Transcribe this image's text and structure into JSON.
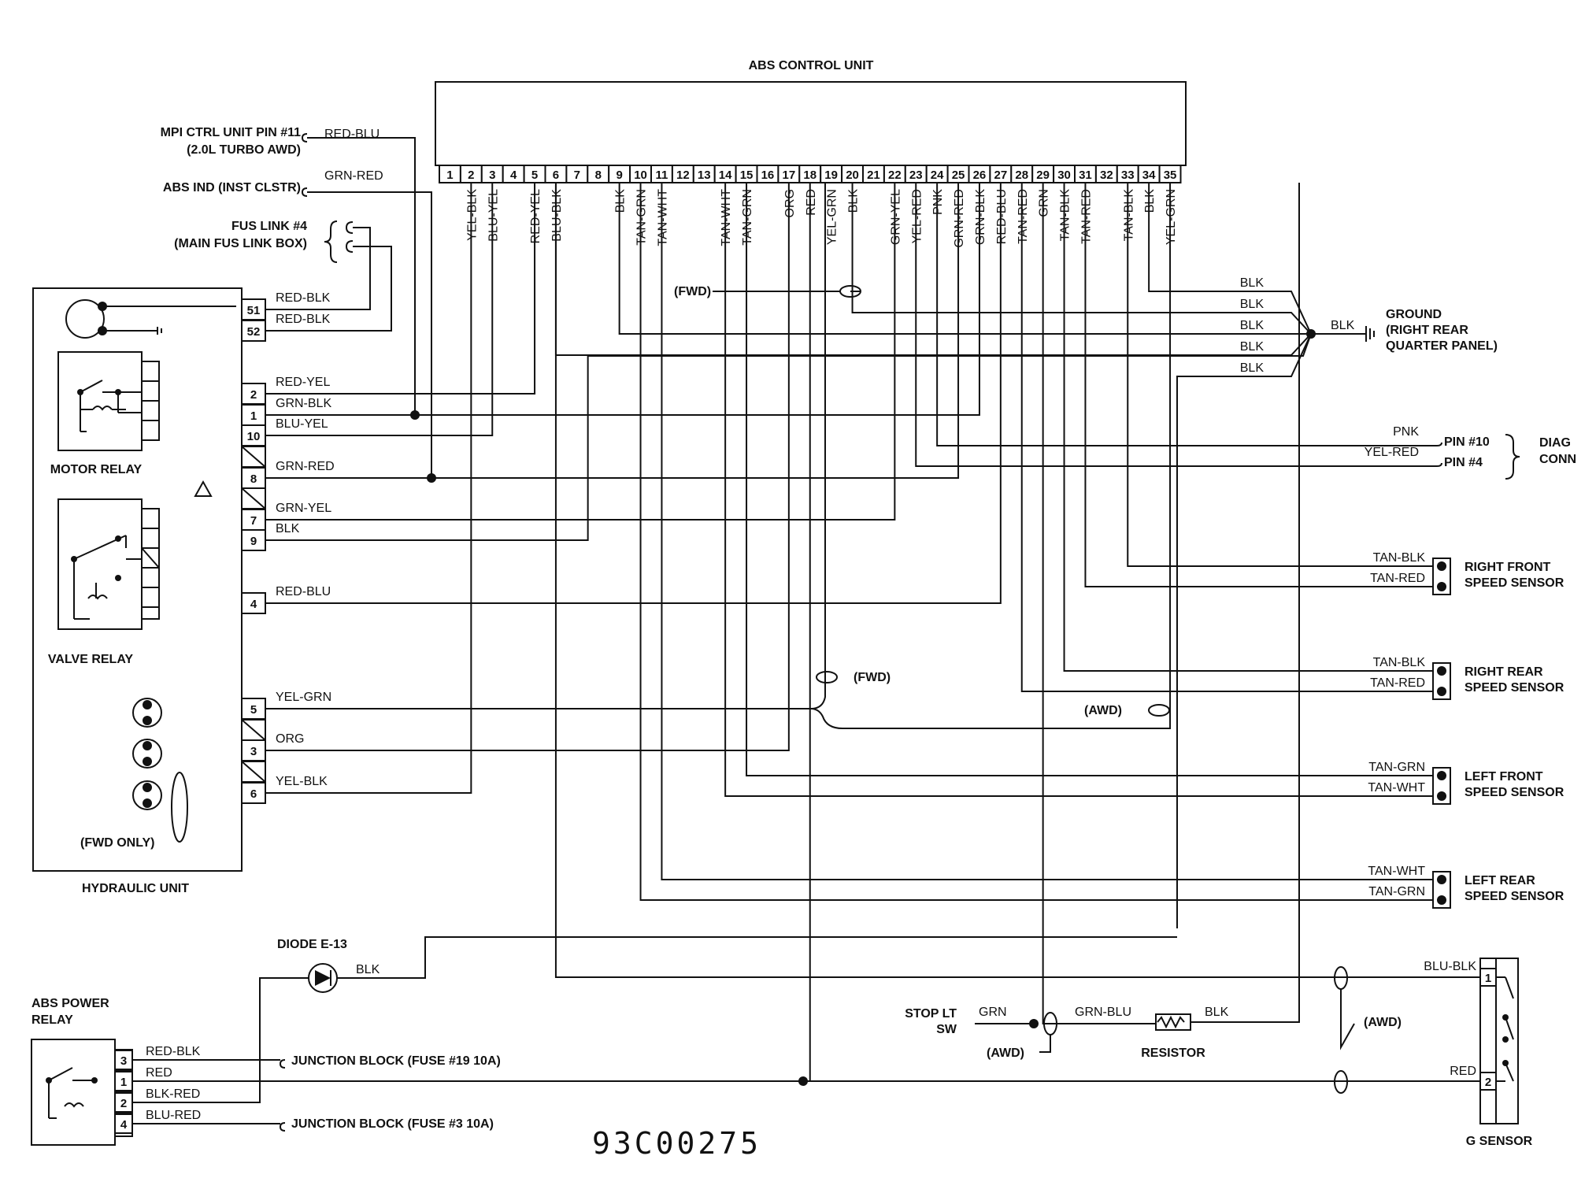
{
  "diagram": {
    "code": "93C00275",
    "abs_unit": {
      "title": "ABS CONTROL UNIT",
      "pins": [
        {
          "n": "1",
          "wire": ""
        },
        {
          "n": "2",
          "wire": "YEL-BLK"
        },
        {
          "n": "3",
          "wire": "BLU-YEL"
        },
        {
          "n": "4",
          "wire": ""
        },
        {
          "n": "5",
          "wire": "RED-YEL"
        },
        {
          "n": "6",
          "wire": "BLU-BLK"
        },
        {
          "n": "7",
          "wire": ""
        },
        {
          "n": "8",
          "wire": ""
        },
        {
          "n": "9",
          "wire": "BLK"
        },
        {
          "n": "10",
          "wire": "TAN-GRN"
        },
        {
          "n": "11",
          "wire": "TAN-WHT"
        },
        {
          "n": "12",
          "wire": ""
        },
        {
          "n": "13",
          "wire": ""
        },
        {
          "n": "14",
          "wire": "TAN-WHT"
        },
        {
          "n": "15",
          "wire": "TAN-GRN"
        },
        {
          "n": "16",
          "wire": ""
        },
        {
          "n": "17",
          "wire": "ORG"
        },
        {
          "n": "18",
          "wire": "RED"
        },
        {
          "n": "19",
          "wire": "YEL-GRN"
        },
        {
          "n": "20",
          "wire": "BLK"
        },
        {
          "n": "21",
          "wire": ""
        },
        {
          "n": "22",
          "wire": "GRN-YEL"
        },
        {
          "n": "23",
          "wire": "YEL-RED"
        },
        {
          "n": "24",
          "wire": "PNK"
        },
        {
          "n": "25",
          "wire": "GRN-RED"
        },
        {
          "n": "26",
          "wire": "GRN-BLK"
        },
        {
          "n": "27",
          "wire": "RED-BLU"
        },
        {
          "n": "28",
          "wire": "TAN-RED"
        },
        {
          "n": "29",
          "wire": "GRN"
        },
        {
          "n": "30",
          "wire": "TAN-BLK"
        },
        {
          "n": "31",
          "wire": "TAN-RED"
        },
        {
          "n": "32",
          "wire": ""
        },
        {
          "n": "33",
          "wire": "TAN-BLK"
        },
        {
          "n": "34",
          "wire": "BLK"
        },
        {
          "n": "35",
          "wire": "YEL-GRN"
        }
      ]
    },
    "left_labels": {
      "mpi_1": "MPI CTRL UNIT PIN #11",
      "mpi_2": "(2.0L TURBO AWD)",
      "mpi_wire": "RED-BLU",
      "abs_ind": "ABS IND (INST CLSTR)",
      "abs_ind_wire": "GRN-RED",
      "fus_1": "FUS LINK #4",
      "fus_2": "(MAIN FUS LINK BOX)"
    },
    "hydraulic_unit": {
      "title": "HYDRAULIC UNIT",
      "motor_relay": "MOTOR RELAY",
      "valve_relay": "VALVE RELAY",
      "fwd_only": "(FWD ONLY)",
      "connector": [
        {
          "pin": "51",
          "wire": "RED-BLK"
        },
        {
          "pin": "52",
          "wire": "RED-BLK"
        },
        {
          "pin": "2",
          "wire": "RED-YEL"
        },
        {
          "pin": "1",
          "wire": "GRN-BLK"
        },
        {
          "pin": "10",
          "wire": "BLU-YEL"
        },
        {
          "pin": "8",
          "wire": "GRN-RED"
        },
        {
          "pin": "7",
          "wire": "GRN-YEL"
        },
        {
          "pin": "9",
          "wire": "BLK"
        },
        {
          "pin": "4",
          "wire": "RED-BLU"
        },
        {
          "pin": "5",
          "wire": "YEL-GRN"
        },
        {
          "pin": "3",
          "wire": "ORG"
        },
        {
          "pin": "6",
          "wire": "YEL-BLK"
        }
      ]
    },
    "ground": {
      "blk": [
        "BLK",
        "BLK",
        "BLK",
        "BLK",
        "BLK"
      ],
      "joined_wire": "BLK",
      "label_1": "GROUND",
      "label_2": "(RIGHT REAR",
      "label_3": "QUARTER PANEL)"
    },
    "fwd_upper": "(FWD)",
    "fwd_mid": "(FWD)",
    "awd_mid": "(AWD)",
    "diag": {
      "pnk": "PNK",
      "yel_red": "YEL-RED",
      "pin10": "PIN #10",
      "pin4": "PIN #4",
      "label_1": "DIAG",
      "label_2": "CONN"
    },
    "sensors": [
      {
        "w1": "TAN-BLK",
        "w2": "TAN-RED",
        "l1": "RIGHT FRONT",
        "l2": "SPEED SENSOR"
      },
      {
        "w1": "TAN-BLK",
        "w2": "TAN-RED",
        "l1": "RIGHT REAR",
        "l2": "SPEED SENSOR"
      },
      {
        "w1": "TAN-GRN",
        "w2": "TAN-WHT",
        "l1": "LEFT FRONT",
        "l2": "SPEED SENSOR"
      },
      {
        "w1": "TAN-WHT",
        "w2": "TAN-GRN",
        "l1": "LEFT REAR",
        "l2": "SPEED SENSOR"
      }
    ],
    "diode": {
      "label": "DIODE E-13",
      "wire": "BLK"
    },
    "power_relay": {
      "label_1": "ABS POWER",
      "label_2": "RELAY",
      "rows": [
        {
          "pin": "3",
          "wire": "RED-BLK"
        },
        {
          "pin": "1",
          "wire": "RED"
        },
        {
          "pin": "2",
          "wire": "BLK-RED"
        },
        {
          "pin": "4",
          "wire": "BLU-RED"
        }
      ],
      "jb_19": "JUNCTION BLOCK (FUSE #19 10A)",
      "jb_3": "JUNCTION BLOCK (FUSE #3 10A)"
    },
    "stop_lt": {
      "l1": "STOP LT",
      "l2": "SW",
      "wire": "GRN",
      "awd": "(AWD)"
    },
    "resistor": {
      "label": "RESISTOR",
      "wire_in": "GRN-BLU",
      "wire_out": "BLK"
    },
    "g_sensor": {
      "label": "G SENSOR",
      "w1": "BLU-BLK",
      "w2": "RED",
      "p1": "1",
      "p2": "2",
      "awd": "(AWD)"
    }
  }
}
